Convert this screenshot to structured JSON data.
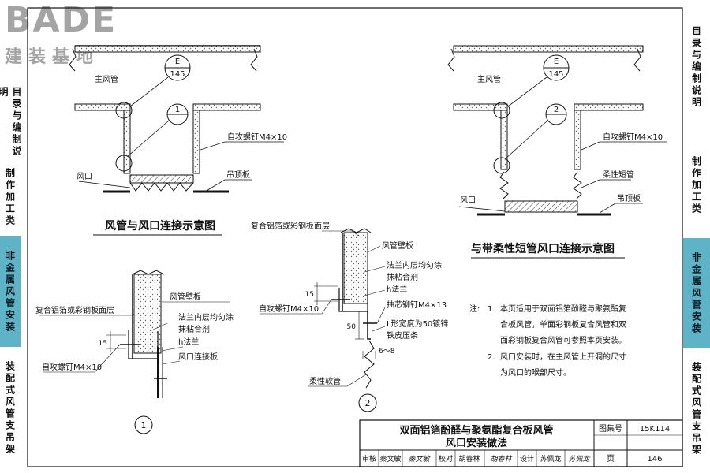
{
  "logo": {
    "brand": "BADE",
    "subtitle": "建装基地"
  },
  "right_tabs": [
    {
      "label": "目录与编制说明",
      "style": "plain"
    },
    {
      "label": "制作加工类",
      "style": "plain"
    },
    {
      "label": "非金属风管安装",
      "style": "teal"
    },
    {
      "label": "装配式风管支吊架",
      "style": "plain"
    }
  ],
  "left_tabs": [
    {
      "label": "目录与编制说明",
      "style": "plain"
    },
    {
      "label": "制作加工类",
      "style": "plain"
    },
    {
      "label": "非金属风管安装",
      "style": "teal"
    },
    {
      "label": "装配式风管支吊架",
      "style": "plain"
    }
  ],
  "diagram_left": {
    "title": "风管与风口连接示意图",
    "main_duct": "主风管",
    "detail_ref_top": "E",
    "detail_ref_bottom": "145",
    "detail_1": "1",
    "screw": "自攻螺钉M4×10",
    "outlet": "风口",
    "ceiling": "吊顶板"
  },
  "diagram_right": {
    "title": "与带柔性短管风口连接示意图",
    "main_duct": "主风管",
    "detail_ref_top": "E",
    "detail_ref_bottom": "145",
    "detail_2": "2",
    "screw": "自攻螺钉M4×10",
    "flex_short": "柔性短管",
    "outlet": "风口",
    "ceiling": "吊顶板"
  },
  "detail_1": {
    "number": "1",
    "duct_wall": "风管壁板",
    "composite": "复合铝箔或彩钢板面层",
    "adhesive_1": "法兰内层均匀涂",
    "adhesive_2": "抹粘合剂",
    "h_flange": "h法兰",
    "outlet_plate": "风口连接板",
    "screw": "自攻螺钉M4×10",
    "dim_15": "15"
  },
  "detail_2": {
    "number": "2",
    "composite": "复合铝箔或彩钢板面层",
    "duct_wall": "风管壁板",
    "adhesive_1": "法兰内层均匀涂",
    "adhesive_2": "抹粘合剂",
    "h_flange": "h法兰",
    "rivet": "抽芯铆钉M4×13",
    "l_strip_1": "L形宽度为50镀锌",
    "l_strip_2": "铁皮压条",
    "screw": "自攻螺钉M4×10",
    "flex": "柔性软管",
    "dim_15": "15",
    "dim_50": "50",
    "dim_6_8": "6～8"
  },
  "notes": {
    "label": "注:",
    "n1_num": "1.",
    "n1_l1": "本页适用于双面铝箔酚醛与聚氨酯复",
    "n1_l2": "合板风管，单面彩钢板复合风管和双",
    "n1_l3": "面彩钢板复合风管可参照本页安装。",
    "n2_num": "2.",
    "n2_l1": "风口安装时，在主风管上开洞的尺寸",
    "n2_l2": "为风口的喉部尺寸。"
  },
  "title_block": {
    "title_l1": "双面铝箔酚醛与聚氨酯复合板风管",
    "title_l2": "风口安装做法",
    "atlas_label": "图集号",
    "atlas_no": "15K114",
    "page_label": "页",
    "page_no": "146",
    "review_label": "审核",
    "review_name": "秦文敏",
    "review_sig": "秦文敏",
    "check_label": "校对",
    "check_name": "胡春林",
    "check_sig": "胡春林",
    "design_label": "设计",
    "design_name": "苏佩龙",
    "design_sig": "苏佩龙"
  }
}
